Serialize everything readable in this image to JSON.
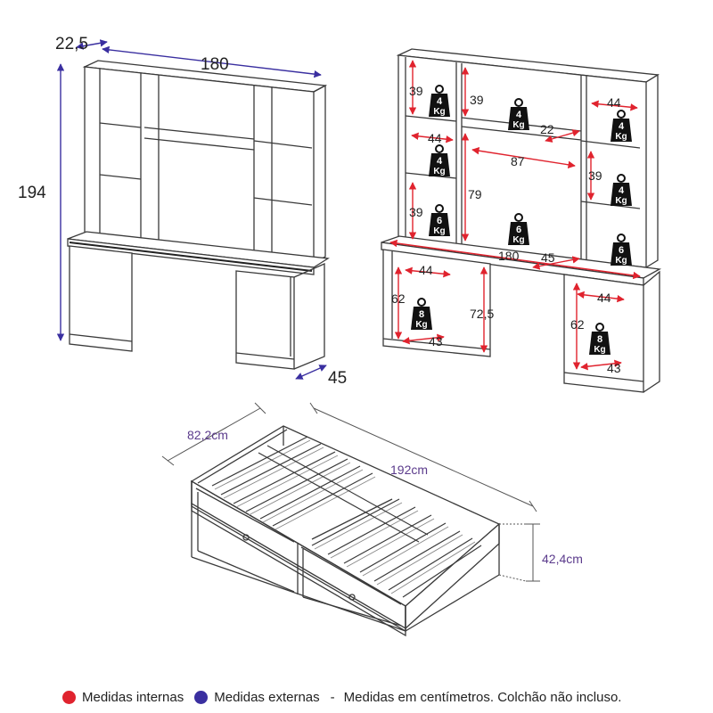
{
  "colors": {
    "internal": "#e0232e",
    "external": "#3a2fa0",
    "external_label": "#5b3b8c",
    "line": "#3a3a3a",
    "weight": "#111111"
  },
  "desk_external": {
    "depth": "22,5",
    "width": "180",
    "height": "194",
    "base_depth": "45"
  },
  "desk_internal": {
    "left_top_h": "39",
    "left_mid_w": "44",
    "left_low_h": "39",
    "center_top_h": "39",
    "center_gap": "22",
    "center_w": "87",
    "center_h": "79",
    "right_top_w": "44",
    "right_mid_h": "39",
    "desk_w": "180",
    "desk_d": "45",
    "cab_left_w": "44",
    "cab_left_h": "62",
    "cab_left_d": "43",
    "cab_h_total": "72,5",
    "cab_right_w": "44",
    "cab_right_h": "62",
    "cab_right_d": "43"
  },
  "weights": [
    "4",
    "4",
    "4",
    "4",
    "4",
    "6",
    "6",
    "6",
    "8",
    "8"
  ],
  "weight_unit": "Kg",
  "bed": {
    "width": "82,2cm",
    "length": "192cm",
    "height": "42,4cm"
  },
  "legend": {
    "internal": "Medidas internas",
    "external": "Medidas externas",
    "separator": "-",
    "note": "Medidas em centímetros. Colchão não incluso."
  }
}
